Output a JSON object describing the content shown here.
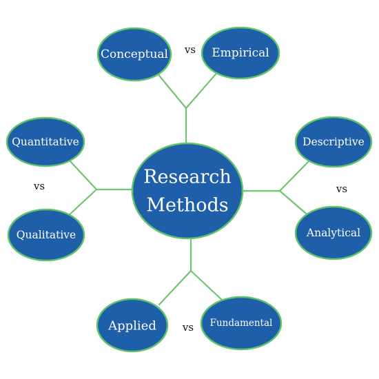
{
  "center": {
    "line1": "Research",
    "line2": "Methods"
  },
  "pairs": {
    "top": {
      "left": "Conceptual",
      "right": "Empirical",
      "vs": "vs"
    },
    "left": {
      "top": "Quantitative",
      "bottom": "Qualitative",
      "vs": "vs"
    },
    "right": {
      "top": "Descriptive",
      "bottom": "Analytical",
      "vs": "vs"
    },
    "bottom": {
      "left": "Applied",
      "right": "Fundamental",
      "vs": "vs"
    }
  },
  "colors": {
    "node_fill": "#1f5ea8",
    "node_stroke": "#5fc36a",
    "connector": "#6cc66f",
    "label": "#ffffff",
    "vs_text": "#111111"
  }
}
